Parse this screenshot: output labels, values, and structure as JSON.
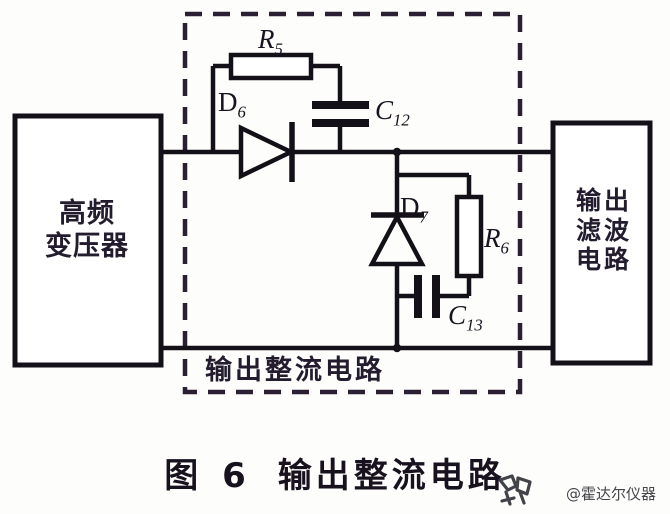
{
  "figure": {
    "caption_number": "图 6",
    "caption_title": "输出整流电路"
  },
  "blocks": {
    "transformer": {
      "name": "高频变压器",
      "line1": "高频",
      "line2": "变压器"
    },
    "output_filter": {
      "name": "输出滤波电路",
      "col_right": "出波路",
      "col_left": "输滤电"
    },
    "rectifier_group": {
      "label": "输出整流电路"
    }
  },
  "components": {
    "r5": {
      "label": "R",
      "sub": "5",
      "type": "resistor",
      "orientation": "horizontal"
    },
    "c12": {
      "label": "C",
      "sub": "12",
      "type": "capacitor",
      "orientation": "vertical"
    },
    "d6": {
      "label": "D",
      "sub": "6",
      "type": "diode",
      "orientation": "horizontal-right"
    },
    "d7": {
      "label": "D",
      "sub": "7",
      "type": "diode",
      "orientation": "vertical-up"
    },
    "r6": {
      "label": "R",
      "sub": "6",
      "type": "resistor",
      "orientation": "vertical"
    },
    "c13": {
      "label": "C",
      "sub": "13",
      "type": "capacitor",
      "orientation": "horizontal-plates"
    }
  },
  "watermark": {
    "handle": "@霍达尔仪器",
    "logo_name": "toutiao-logo"
  },
  "colors": {
    "ink": "#17121e",
    "wire": "#141018",
    "paper": "#fdfdfb",
    "dashed": "#2a1f33",
    "label_text": "#221c2e"
  }
}
